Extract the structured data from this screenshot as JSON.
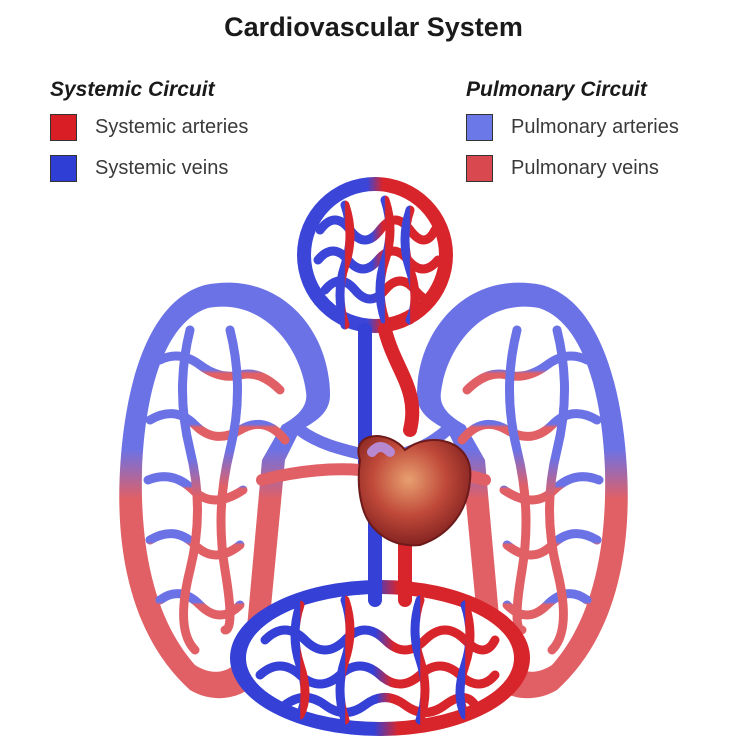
{
  "title": "Cardiovascular System",
  "legend": {
    "systemic": {
      "heading": "Systemic Circuit",
      "items": [
        {
          "label": "Systemic arteries",
          "color": "#d91e26"
        },
        {
          "label": "Systemic veins",
          "color": "#2f3fd6"
        }
      ]
    },
    "pulmonary": {
      "heading": "Pulmonary Circuit",
      "items": [
        {
          "label": "Pulmonary arteries",
          "color": "#6b78e8"
        },
        {
          "label": "Pulmonary veins",
          "color": "#d9484e"
        }
      ]
    }
  },
  "colors": {
    "artery": "#d91e26",
    "vein": "#2f3fd6",
    "pulmonary_artery": "#6b78e8",
    "pulmonary_vein": "#e05a60",
    "heart": "#b8403a"
  },
  "icons": [
    "heart-icon"
  ]
}
